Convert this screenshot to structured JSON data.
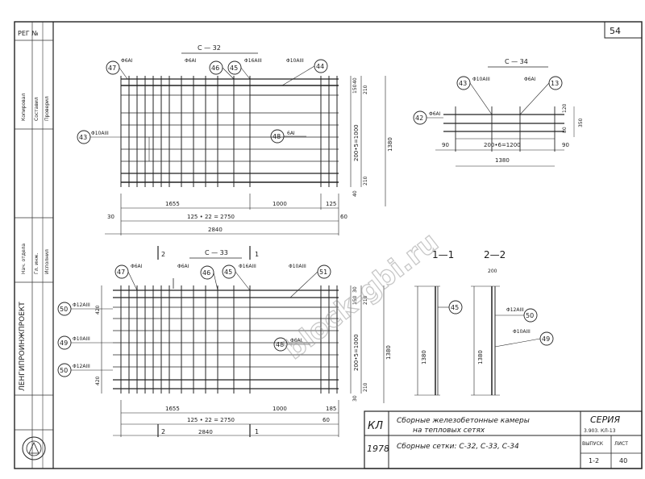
{
  "sheet": {
    "page_number": "54",
    "stamp_top": "РЕГ №",
    "watermark": "block-gbi.ru"
  },
  "drawing_c32": {
    "title": "С — 32",
    "callouts": [
      "47",
      "46",
      "45",
      "44",
      "43",
      "48"
    ],
    "bar_labels": [
      "Φ6АI",
      "Φ6АI",
      "Φ16АIII",
      "Φ10АIII",
      "Φ10АIII",
      "6АI"
    ],
    "dims_bottom": [
      "1655",
      "1000",
      "125",
      "125 • 22 = 2750",
      "2840",
      "30",
      "60"
    ],
    "dims_right": [
      "40",
      "150",
      "210",
      "200•5=1000",
      "210",
      "40",
      "1380"
    ]
  },
  "drawing_c34": {
    "title": "С — 34",
    "callouts": [
      "43",
      "13",
      "42"
    ],
    "bar_labels": [
      "Φ10АIII",
      "Φ6АI",
      "Φ6АI"
    ],
    "dims": [
      "120",
      "80",
      "350",
      "90",
      "200•6=1200",
      "90",
      "1380"
    ]
  },
  "drawing_c33": {
    "title": "С — 33",
    "section_marks": [
      "2",
      "1",
      "2",
      "1"
    ],
    "callouts": [
      "47",
      "46",
      "45",
      "51",
      "50",
      "49",
      "50",
      "48"
    ],
    "bar_labels": [
      "Φ6АI",
      "Φ6АI",
      "Φ16АIII",
      "Φ10АIII",
      "Φ12АIII",
      "Φ10АIII",
      "Φ12АIII",
      "Φ6АI"
    ],
    "dims_left": [
      "420",
      "420"
    ],
    "dims_bottom": [
      "1655",
      "1000",
      "185",
      "125 • 22 = 2750",
      "2840",
      "60"
    ],
    "dims_right": [
      "30",
      "150",
      "210",
      "200•5=1000",
      "210",
      "30",
      "1380"
    ]
  },
  "sections": {
    "label_1": "1—1",
    "label_2": "2—2",
    "callouts": [
      "45",
      "50",
      "49"
    ],
    "bar_labels": [
      "Φ12АIII",
      "Φ10АIII"
    ],
    "dims": [
      "1380",
      "1380",
      "200"
    ]
  },
  "title_block": {
    "code": "КЛ",
    "year": "1978",
    "title_line1": "Сборные железобетонные камеры",
    "title_line2": "на тепловых сетях",
    "subtitle": "Сборные сетки: С-32, С-33, С-34",
    "series_label": "СЕРИЯ",
    "series_value": "3.903. КЛ-13",
    "issue_label": "ВЫПУСК",
    "issue_value": "1-2",
    "sheet_label": "ЛИСТ",
    "sheet_value": "40",
    "org": "ЛЕНГИПРОИНЖПРОЕКТ"
  },
  "sidebar": {
    "rows": [
      "Копировал",
      "Составил",
      "Проверил",
      "Нач. отдела",
      "Гл. инж.",
      "Исполнил"
    ]
  }
}
